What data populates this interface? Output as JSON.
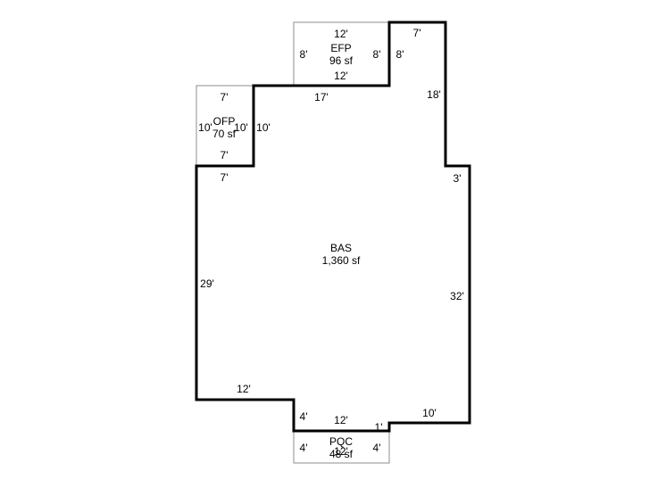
{
  "areas": {
    "efp": {
      "code": "EFP",
      "area": "96 sf"
    },
    "ofp": {
      "code": "OFP",
      "area": "70 sf"
    },
    "bas": {
      "code": "BAS",
      "area": "1,360 sf"
    },
    "pqc": {
      "code": "PQC",
      "area": "48 sf"
    }
  },
  "dimensions": {
    "efp_top": "12'",
    "efp_left": "8'",
    "efp_right": "8'",
    "efp_bottom": "12'",
    "ofp_top": "7'",
    "ofp_left": "10'",
    "ofp_right": "10'",
    "ofp_bottom": "7'",
    "bas_top_right": "7'",
    "bas_right_upper": "8'",
    "bas_top_mid": "17'",
    "bas_right_18": "18'",
    "bas_ofp_right": "10'",
    "bas_left_top": "7'",
    "bas_notch": "3'",
    "bas_left": "29'",
    "bas_right": "32'",
    "bas_bottom_left": "12'",
    "bas_step_left": "4'",
    "bas_bottom_mid": "12'",
    "bas_step_right": "1'",
    "bas_bottom_right": "10'",
    "pqc_left": "4'",
    "pqc_right": "4'",
    "pqc_bottom": "12'"
  }
}
